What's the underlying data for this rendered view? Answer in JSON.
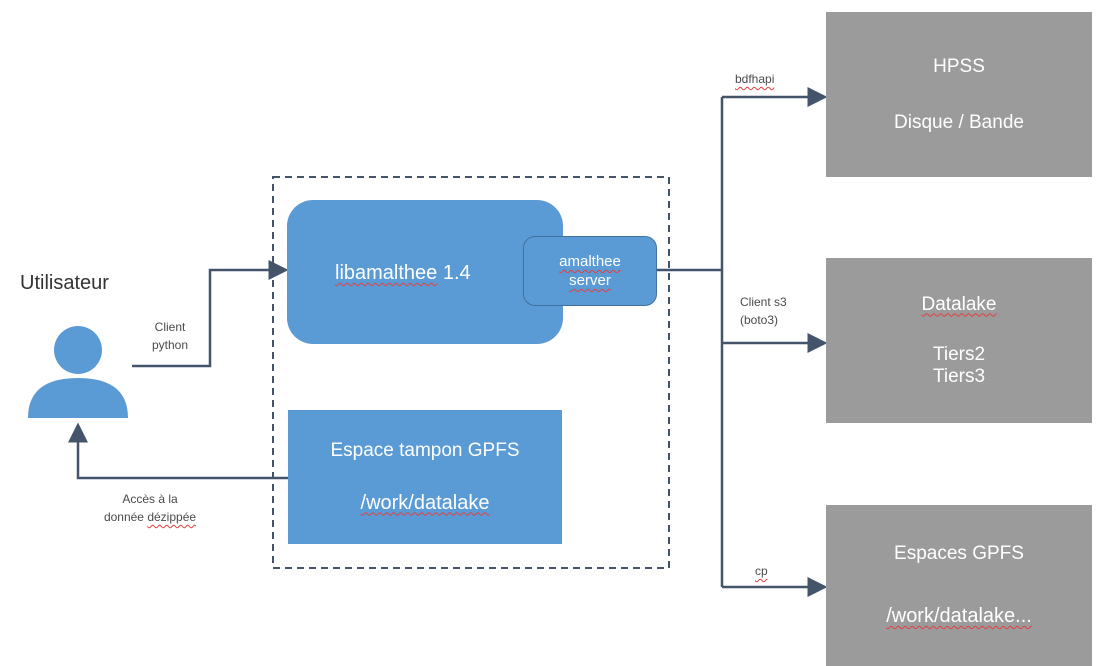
{
  "user": {
    "label": "Utilisateur"
  },
  "edges": {
    "client_python": [
      "Client",
      "python"
    ],
    "acces_donnee": [
      "Accès à la",
      "donnée",
      "dézippée"
    ],
    "bdfhapi": "bdfhapi",
    "client_s3": [
      "Client s3",
      "(boto3)"
    ],
    "cp": "cp"
  },
  "libamalthee": {
    "name": "libamalthee",
    "version": "1.4"
  },
  "server": {
    "line1": "amalthee",
    "line2": "server"
  },
  "tampon": {
    "title": "Espace tampon GPFS",
    "path": "/work/datalake"
  },
  "targets": {
    "hpss": {
      "title": "HPSS",
      "subtitle": "Disque / Bande"
    },
    "datalake": {
      "title": "Datalake",
      "line1": "Tiers2",
      "line2": "Tiers3"
    },
    "gpfs": {
      "title": "Espaces GPFS",
      "path": "/work/datalake..."
    }
  },
  "colors": {
    "accent_blue": "#5b9bd5",
    "target_gray": "#9b9b9b",
    "line": "#44546a"
  },
  "icons": {
    "user": "person-icon"
  }
}
